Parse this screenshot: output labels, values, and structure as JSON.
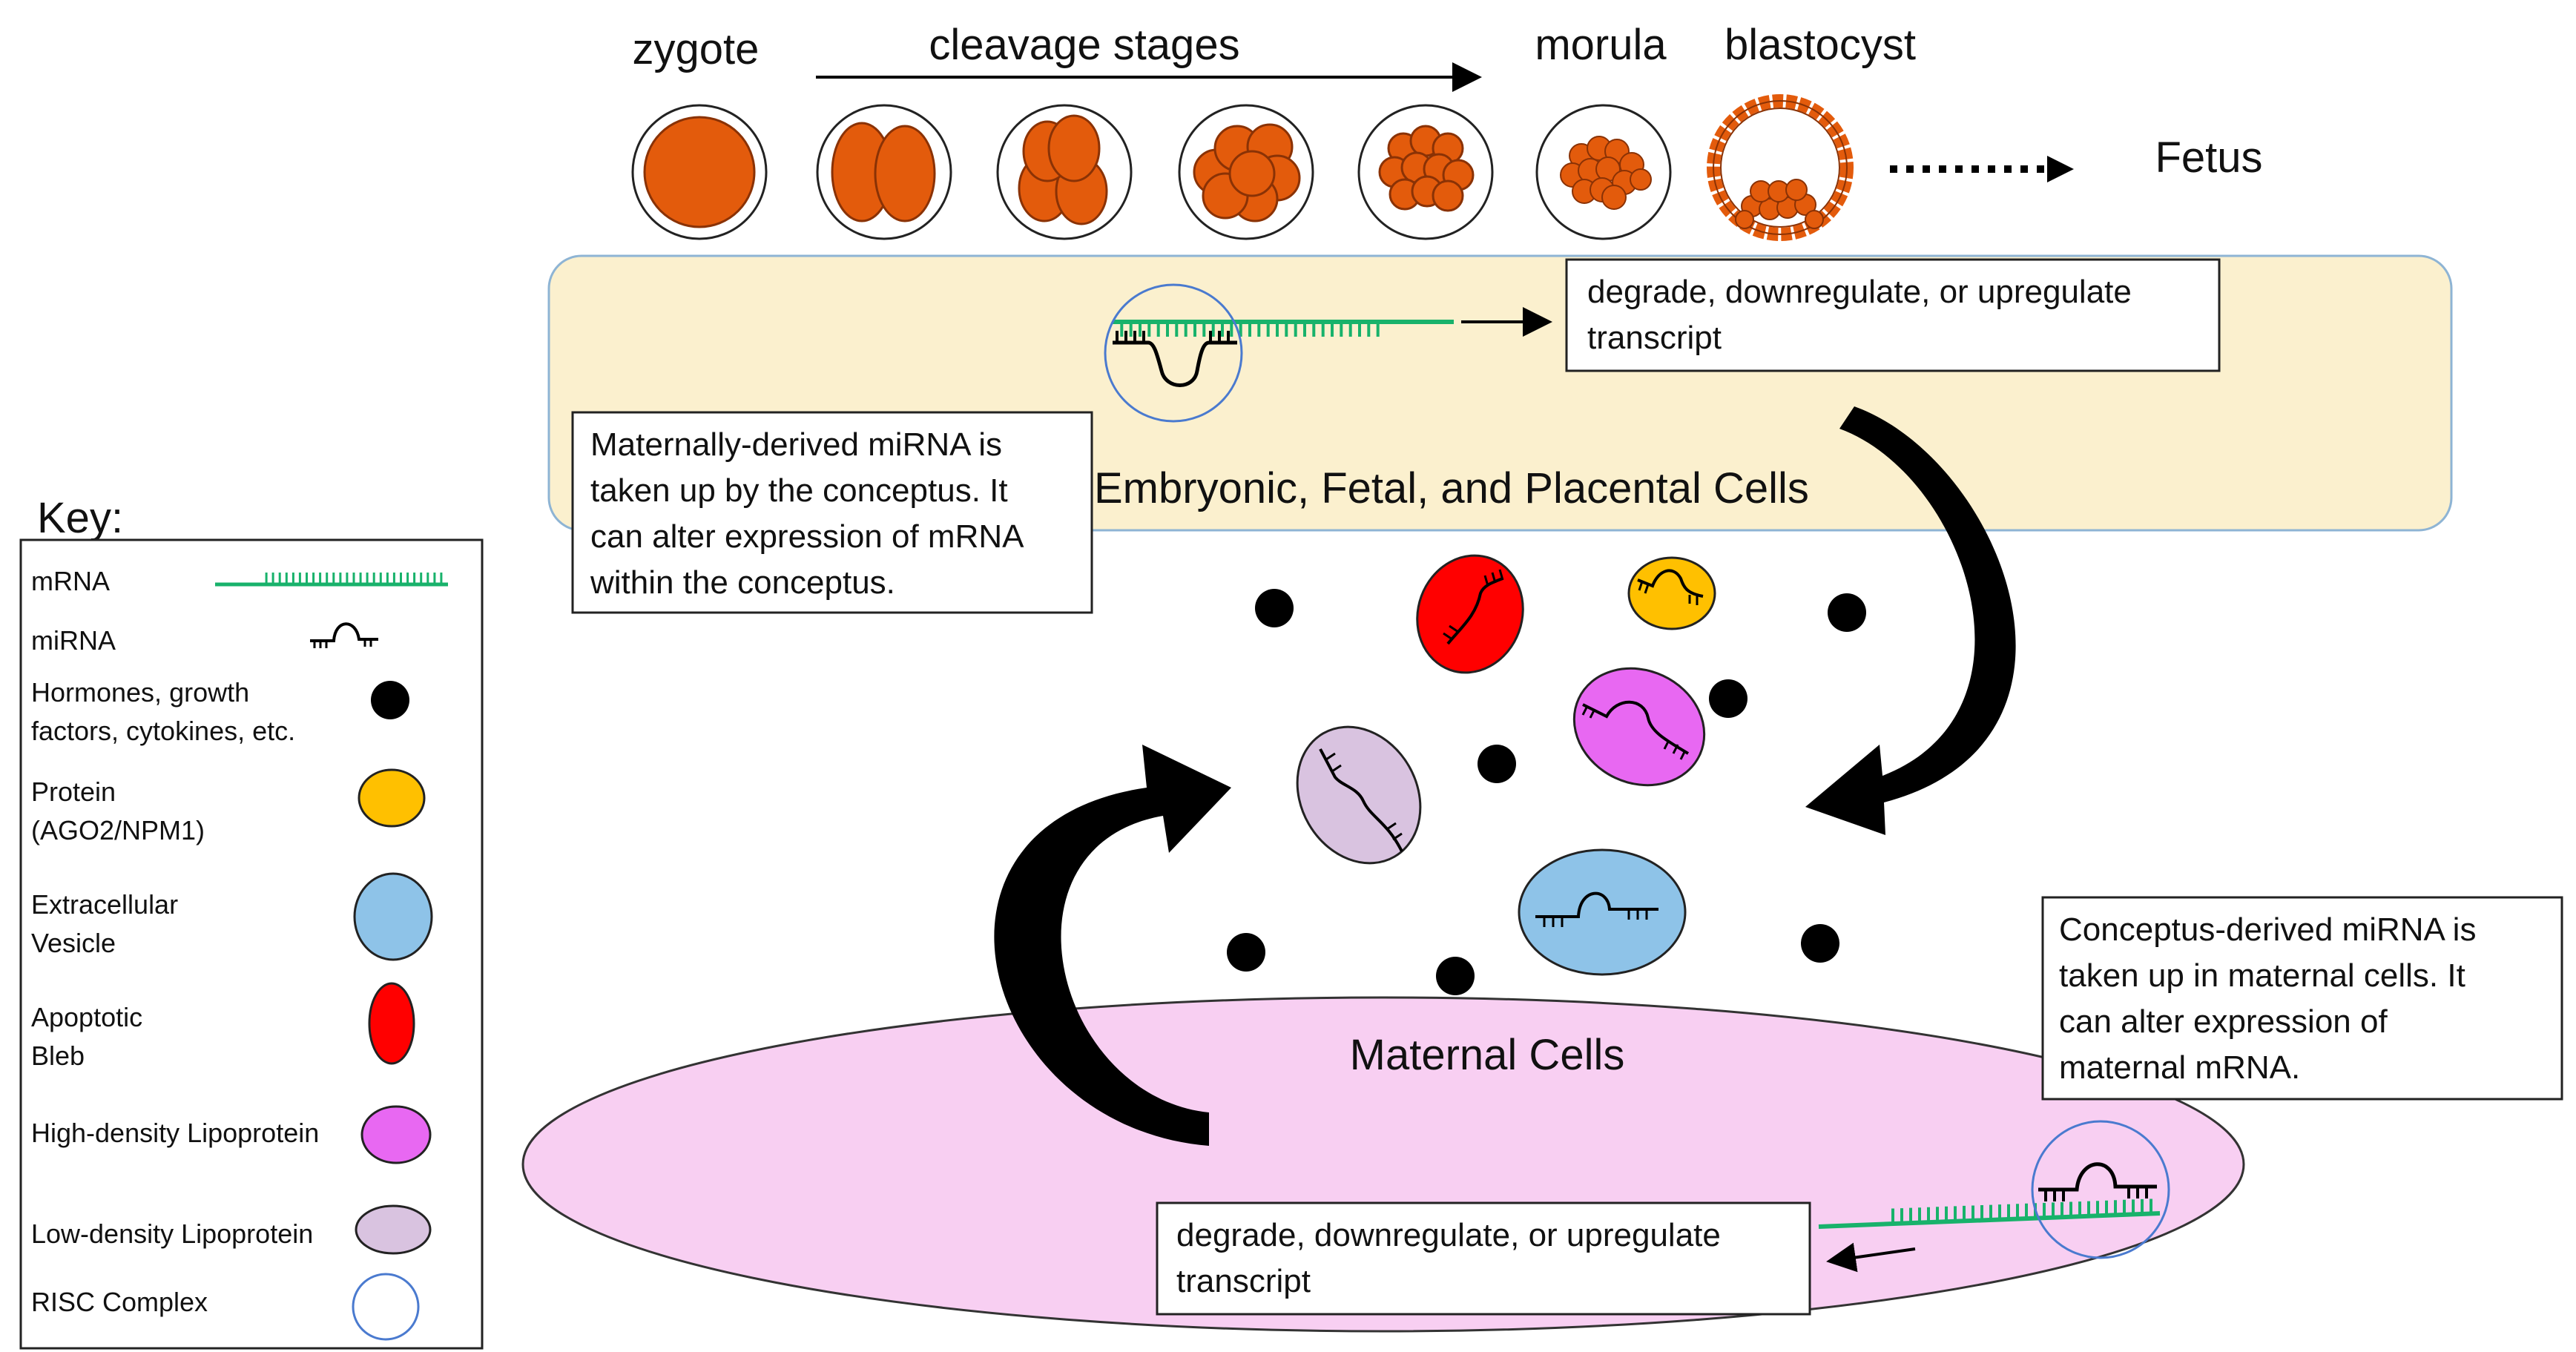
{
  "stages": {
    "zygote": "zygote",
    "cleavage": "cleavage stages",
    "morula": "morula",
    "blastocyst": "blastocyst",
    "fetus": "Fetus"
  },
  "regions": {
    "embryonic": "Embryonic, Fetal, and Placental Cells",
    "maternal": "Maternal Cells"
  },
  "boxes": {
    "top_outcome": [
      "degrade, downregulate, or upregulate",
      "transcript"
    ],
    "bottom_outcome": [
      "degrade, downregulate, or upregulate",
      "transcript"
    ],
    "maternal_note": [
      "Maternally-derived miRNA is",
      "taken up by the conceptus. It",
      "can alter expression of mRNA",
      "within the conceptus."
    ],
    "conceptus_note": [
      "Conceptus-derived miRNA is",
      "taken up in maternal cells. It",
      "can alter expression of",
      "maternal mRNA."
    ]
  },
  "key": {
    "title": "Key:",
    "items": [
      {
        "lines": [
          "mRNA"
        ],
        "symbol": "mrna"
      },
      {
        "lines": [
          "miRNA"
        ],
        "symbol": "mirna"
      },
      {
        "lines": [
          "Hormones,  growth",
          "factors, cytokines, etc."
        ],
        "symbol": "dot"
      },
      {
        "lines": [
          "Protein",
          "(AGO2/NPM1)"
        ],
        "symbol": "protein"
      },
      {
        "lines": [
          "Extracellular",
          "Vesicle"
        ],
        "symbol": "vesicle"
      },
      {
        "lines": [
          "Apoptotic",
          "Bleb"
        ],
        "symbol": "bleb"
      },
      {
        "lines": [
          "High-density Lipoprotein"
        ],
        "symbol": "hdl"
      },
      {
        "lines": [
          "Low-density Lipoprotein"
        ],
        "symbol": "ldl"
      },
      {
        "lines": [
          "RISC Complex"
        ],
        "symbol": "risc"
      }
    ]
  },
  "colors": {
    "cell": "#E35B0C",
    "cell_stroke": "#8A3205",
    "embryo_panel": "#FBF0CE",
    "embryo_panel_stroke": "#8EB4D4",
    "maternal_panel": "#F8CFF2",
    "mrna": "#18B26B",
    "protein": "#FFC000",
    "vesicle": "#8EC3E8",
    "bleb": "#FF0000",
    "hdl": "#E868F2",
    "ldl": "#D9C3E0",
    "risc": "#4A7ACF"
  }
}
